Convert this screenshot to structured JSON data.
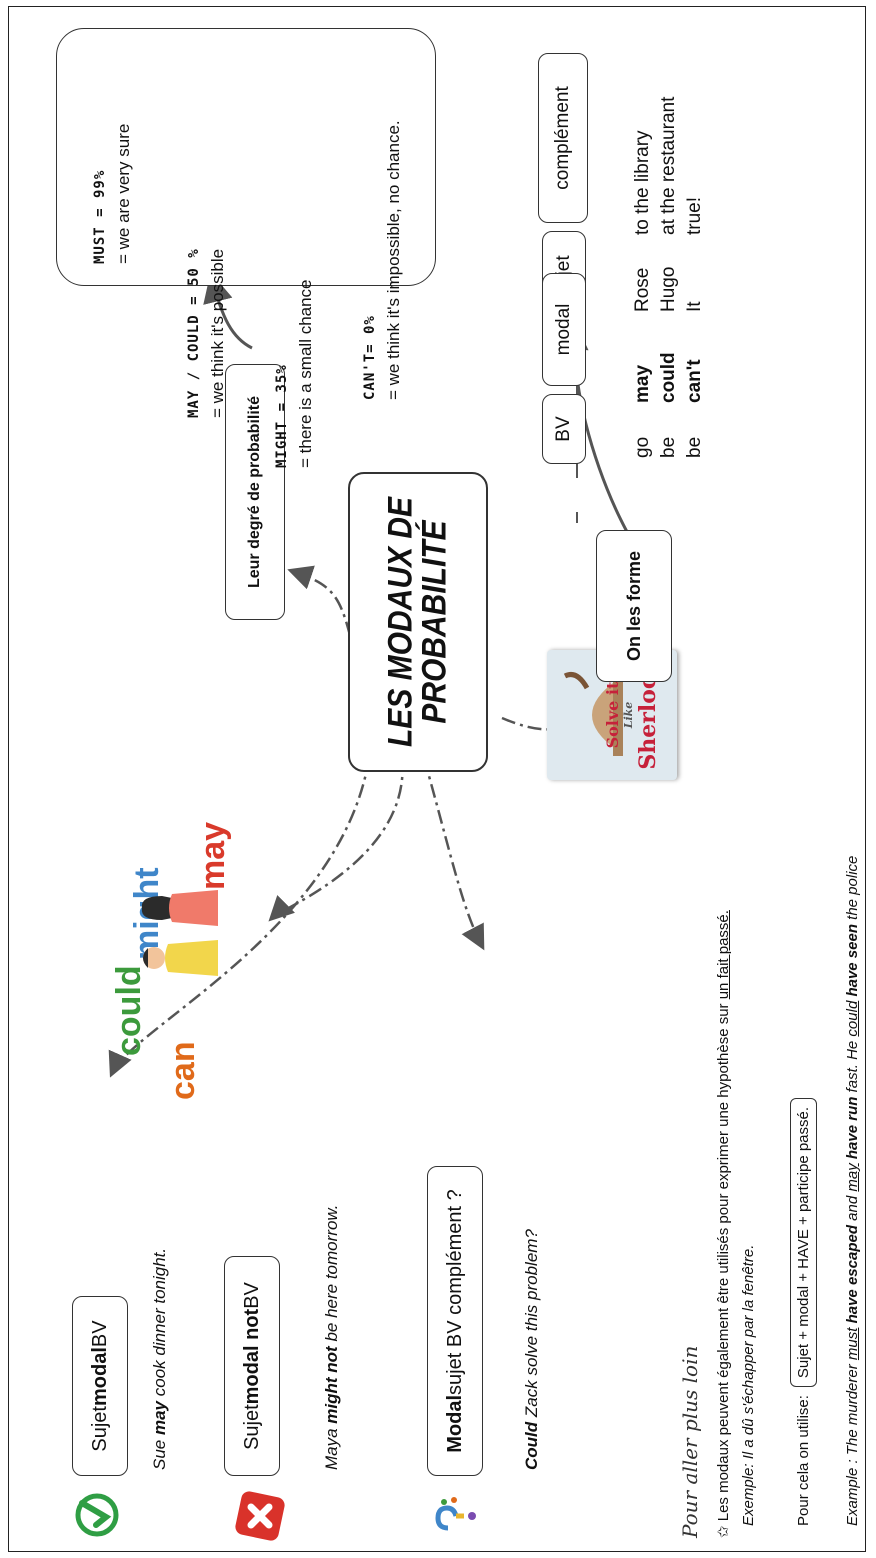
{
  "center": {
    "line1": "LES MODAUX DE",
    "line2": "PROBABILITÉ"
  },
  "left_words": {
    "could": "could",
    "might": "might",
    "can": "can",
    "may": "may",
    "question": "?"
  },
  "branches": {
    "affirmative": {
      "label_subject": "Sujet ",
      "label_modal": "modal",
      "label_bv": " BV",
      "example_pre": "Sue ",
      "example_modal": "may",
      "example_post": " cook dinner tonight."
    },
    "negative": {
      "label_subject": "Sujet ",
      "label_modal": "modal not",
      "label_bv": " BV",
      "example_pre": "Maya ",
      "example_modal": "might not",
      "example_post": " be here tomorrow."
    },
    "question": {
      "label_modal": "Modal",
      "label_rest": " sujet BV complément ?",
      "example_modal": "Could",
      "example_post": " Zack solve this problem?"
    }
  },
  "probability": {
    "header": "Leur degré de probabilité",
    "items": [
      {
        "term": "MUST = 99%",
        "meaning": "= we are very sure"
      },
      {
        "term": "MAY / COULD = 50 %",
        "meaning": "= we think it's possible"
      },
      {
        "term": "MIGHT = 35%",
        "meaning": "= there is a small chance"
      },
      {
        "term": "CAN'T= 0%",
        "meaning": "= we think it's impossible, no chance."
      }
    ]
  },
  "formation": {
    "header": "On les forme",
    "columns": [
      "Sujet",
      "modal",
      "BV",
      "complément"
    ],
    "rows": [
      [
        "Rose",
        "may",
        "go",
        "to the library"
      ],
      [
        "Hugo",
        "could",
        "be",
        "at the restaurant"
      ],
      [
        "It",
        "can't",
        "be",
        "true!"
      ]
    ]
  },
  "sherlock": {
    "line1": "Solve it",
    "line2": "Like",
    "line3": "Sherlock"
  },
  "further": {
    "title": "Pour aller plus loin",
    "bullet_pre": "✩ Les modaux peuvent également être utilisés pour exprimer une hypothèse sur ",
    "bullet_underlined": "un fait passé.",
    "example_fr": "Exemple: Il a dû s'échapper par la fenêtre.",
    "rule_pre": "Pour cela on utilise:",
    "rule_box": "Sujet + modal + HAVE + participe passé.",
    "example_en_1": "Example : The murderer ",
    "example_en_must": "must",
    "example_en_2": " have escaped",
    "example_en_3": " and ",
    "example_en_may": "may",
    "example_en_4": " have run",
    "example_en_5": " fast. He ",
    "example_en_could": "could",
    "example_en_6": " have seen",
    "example_en_7": " the police"
  },
  "colors": {
    "could": "#3c9a3c",
    "might": "#3f86c9",
    "can": "#e06a1a",
    "may": "#d93a2b",
    "check": "#2f9e44",
    "cross": "#d9322a",
    "arrow": "#555555"
  },
  "icons": [
    "check-icon",
    "cross-icon",
    "question-icon",
    "people-icon",
    "sherlock-image",
    "big-arrow-icon"
  ]
}
